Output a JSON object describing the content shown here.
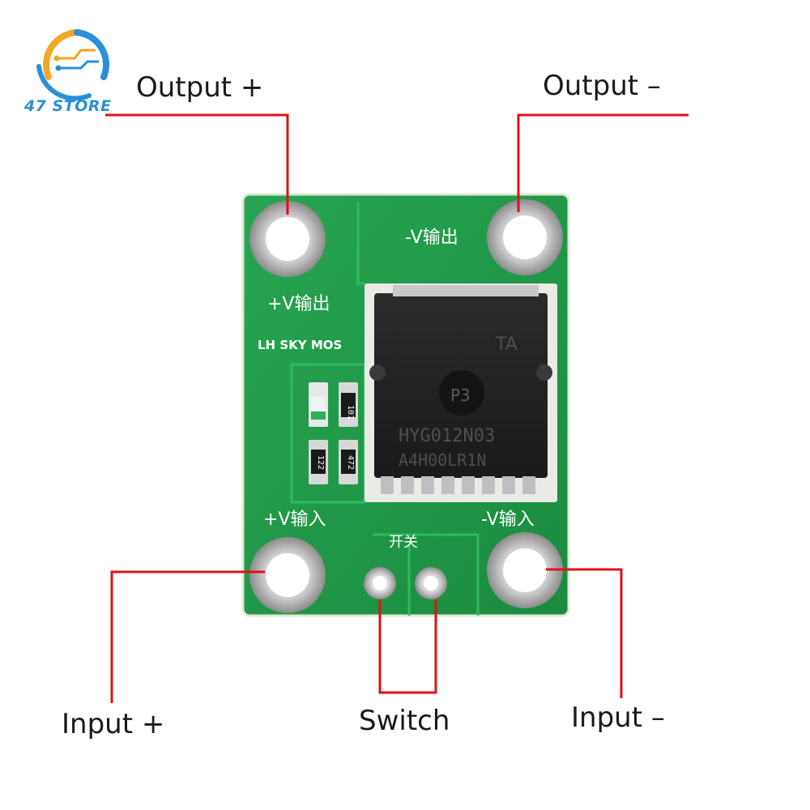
{
  "brand": {
    "name": "47 STORE",
    "ring_colors": [
      "#f5a623",
      "#2a8fd8"
    ]
  },
  "labels": {
    "output_plus": "Output +",
    "output_minus": "Output –",
    "input_plus": "Input +",
    "input_minus": "Input –",
    "switch": "Switch"
  },
  "board": {
    "color": "#1f9a47",
    "silk_out_plus": "+V输出",
    "silk_out_minus": "-V输出",
    "silk_in_plus": "+V输入",
    "silk_in_minus": "-V输入",
    "silk_switch": "开关",
    "silk_brand": "LH SKY MOS",
    "chip_text_line1": "HYG012N03",
    "chip_text_line2": "A4H00LR1N",
    "chip_mark_ta": "TA",
    "chip_mark_p3": "P3",
    "smd_codes": [
      "101",
      "122",
      "472"
    ]
  },
  "colors": {
    "callout_line": "#e0101a",
    "text": "#1a1a1a"
  }
}
